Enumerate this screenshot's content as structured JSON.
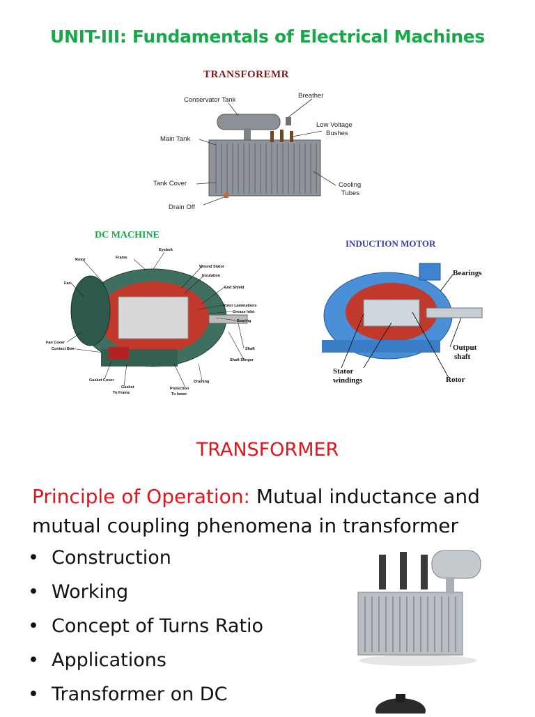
{
  "page_title": "UNIT-III: Fundamentals of Electrical Machines",
  "transformer_diagram": {
    "heading": "TRANSFOREMR",
    "labels": {
      "conservator_tank": "Conservator Tank",
      "breather": "Breather",
      "main_tank": "Main Tank",
      "low_voltage_bushes_1": "Low Voltage",
      "low_voltage_bushes_2": "Bushes",
      "tank_cover": "Tank Cover",
      "cooling_tubes_1": "Cooling",
      "cooling_tubes_2": "Tubes",
      "drain_off": "Drain Off"
    }
  },
  "dc_machine_diagram": {
    "heading": "DC MACHINE",
    "labels": {
      "eyebolt": "Eyebolt",
      "frame": "Frame",
      "rotor": "Rotor",
      "wound_stator": "Wound Stator",
      "insulation": "Insulation",
      "fan": "Fan",
      "end_shield": "End Shield",
      "rotor_laminations": "Rotor Laminations",
      "grease_inlet": "Grease Inlet",
      "bearing": "Bearing",
      "fan_cover": "Fan Cover",
      "contact_box": "Contact Box",
      "shaft": "Shaft",
      "shaft_slinger": "Shaft Slinger",
      "gasket_cover": "Gasket Cover",
      "gasket_to_frame_1": "Gasket",
      "gasket_to_frame_2": "To Frame",
      "protection_to_lower_1": "Protection",
      "protection_to_lower_2": "To lower",
      "draining": "Draining"
    }
  },
  "induction_motor_diagram": {
    "heading": "INDUCTION MOTOR",
    "labels": {
      "bearings": "Bearings",
      "output_shaft_1": "Output",
      "output_shaft_2": "shaft",
      "stator_windings_1": "Stator",
      "stator_windings_2": "windings",
      "rotor": "Rotor"
    }
  },
  "section_heading": "TRANSFORMER",
  "principle": {
    "label": "Principle of Operation:",
    "text": " Mutual inductance and mutual coupling phenomena in transformer"
  },
  "bullets": [
    "Construction",
    "Working",
    "Concept of Turns Ratio",
    "Applications",
    "Transformer on DC"
  ],
  "colors": {
    "title_green": "#1aa64a",
    "heading_red": "#e0151b",
    "dc_heading_green": "#1aa64a",
    "transformer_heading_maroon": "#7a1a1a",
    "induction_heading_blue": "#2f3fa8"
  }
}
